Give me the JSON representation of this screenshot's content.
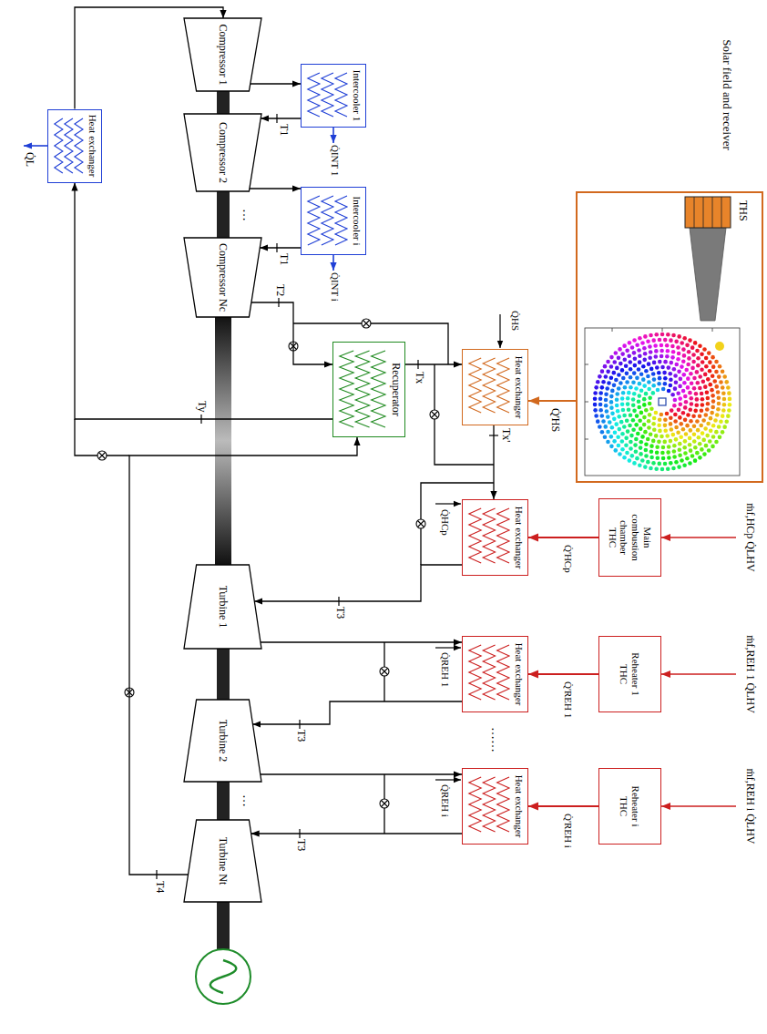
{
  "diagram": {
    "nodes": [
      {
        "text": [
          "Compressor 1"
        ]
      },
      {
        "text": [
          "Intercooler 1"
        ]
      },
      {
        "text": [
          "Compressor 2"
        ]
      },
      {
        "text": [
          "Intercooler i"
        ]
      },
      {
        "text": [
          "Compressor Nc"
        ]
      },
      {
        "text": [
          "Heat exchanger"
        ]
      },
      {
        "text": [
          "Recuperator"
        ]
      },
      {
        "text": [
          "Solar field and receiver"
        ]
      },
      {
        "text": [
          "Heat exchanger"
        ]
      },
      {
        "text": [
          "Main combustion chamber",
          "THC"
        ]
      },
      {
        "text": [
          "Heat exchanger"
        ]
      },
      {
        "text": [
          "Reheater 1",
          "THC"
        ]
      },
      {
        "text": [
          "Heat exchanger"
        ]
      },
      {
        "text": [
          "Reheater i",
          "THC"
        ]
      },
      {
        "text": [
          "Heat exchanger"
        ]
      },
      {
        "text": [
          "Turbine 1"
        ]
      },
      {
        "text": [
          "Turbine 2"
        ]
      },
      {
        "text": [
          "Turbine Nt"
        ]
      }
    ],
    "edges": [
      {
        "from": 0,
        "to": 1,
        "arrow": "to"
      },
      {
        "from": 1,
        "to": 2,
        "arrow": "to"
      },
      {
        "from": 2,
        "to": 3,
        "arrow": "to"
      },
      {
        "from": 3,
        "to": 4,
        "arrow": "to"
      },
      {
        "from": 4,
        "to": 6,
        "arrow": "to"
      },
      {
        "from": 6,
        "to": 8,
        "arrow": "to"
      },
      {
        "from": 8,
        "to": 10,
        "arrow": "to"
      },
      {
        "from": 10,
        "to": 15,
        "arrow": "to"
      },
      {
        "from": 15,
        "to": 12,
        "arrow": "to"
      },
      {
        "from": 12,
        "to": 16,
        "arrow": "to"
      },
      {
        "from": 16,
        "to": 14,
        "arrow": "to"
      },
      {
        "from": 14,
        "to": 17,
        "arrow": "to"
      },
      {
        "from": 17,
        "to": 6,
        "arrow": "to"
      },
      {
        "from": 6,
        "to": 5,
        "arrow": "to"
      },
      {
        "from": 5,
        "to": 0,
        "arrow": "to"
      },
      {
        "from": 7,
        "to": 8,
        "arrow": "to",
        "label": "Q̇'HS"
      },
      {
        "from": 9,
        "to": 10,
        "arrow": "to",
        "label": "Q̇'HCp"
      },
      {
        "from": 11,
        "to": 12,
        "arrow": "to",
        "label": "Q̇'REH 1"
      },
      {
        "from": 13,
        "to": 14,
        "arrow": "to",
        "label": "Q̇'REH i"
      }
    ],
    "labels": [
      "Q̇INT 1",
      "Q̇INT i",
      "Q̇L",
      "T1",
      "T1",
      "T2",
      "Ty",
      "Tx",
      "Tx'",
      "Q̇HS",
      "THS",
      "ṁf,HCp Q̇LHV",
      "Q̇HCp",
      "ṁf,REH 1 Q̇LHV",
      "Q̇REH 1",
      "ṁf,REH i Q̇LHV",
      "Q̇REH i",
      "T3",
      "T3",
      "T3",
      "T4",
      "…",
      "…",
      "……"
    ]
  }
}
